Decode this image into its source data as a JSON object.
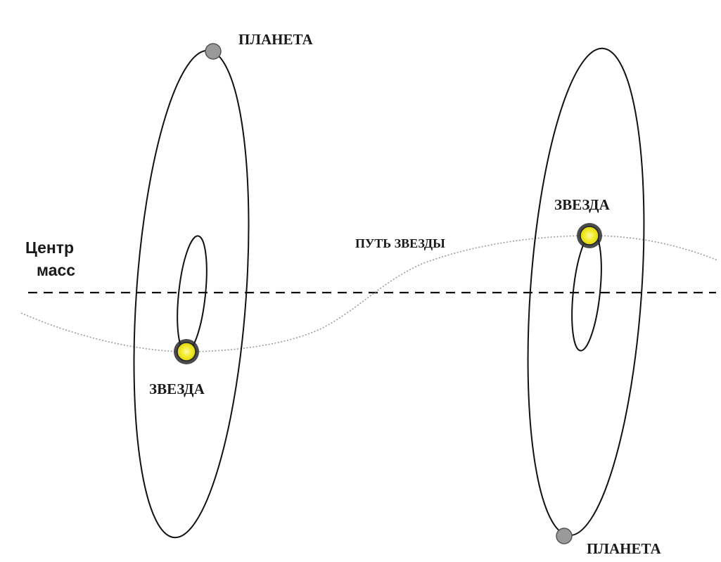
{
  "labels": {
    "planet_top": "ПЛАНЕТА",
    "planet_bottom": "ПЛАНЕТА",
    "star_left": "ЗВЕЗДА",
    "star_right": "ЗВЕЗДА",
    "star_path": "ПУТЬ ЗВЕЗДЫ",
    "center_of_mass_line1": "Центр",
    "center_of_mass_line2": "масс"
  },
  "colors": {
    "star_fill": "#f2ec2a",
    "planet_fill": "#9a9a9a",
    "orbit_stroke": "#111111",
    "path_stroke": "#9c9c9c"
  }
}
